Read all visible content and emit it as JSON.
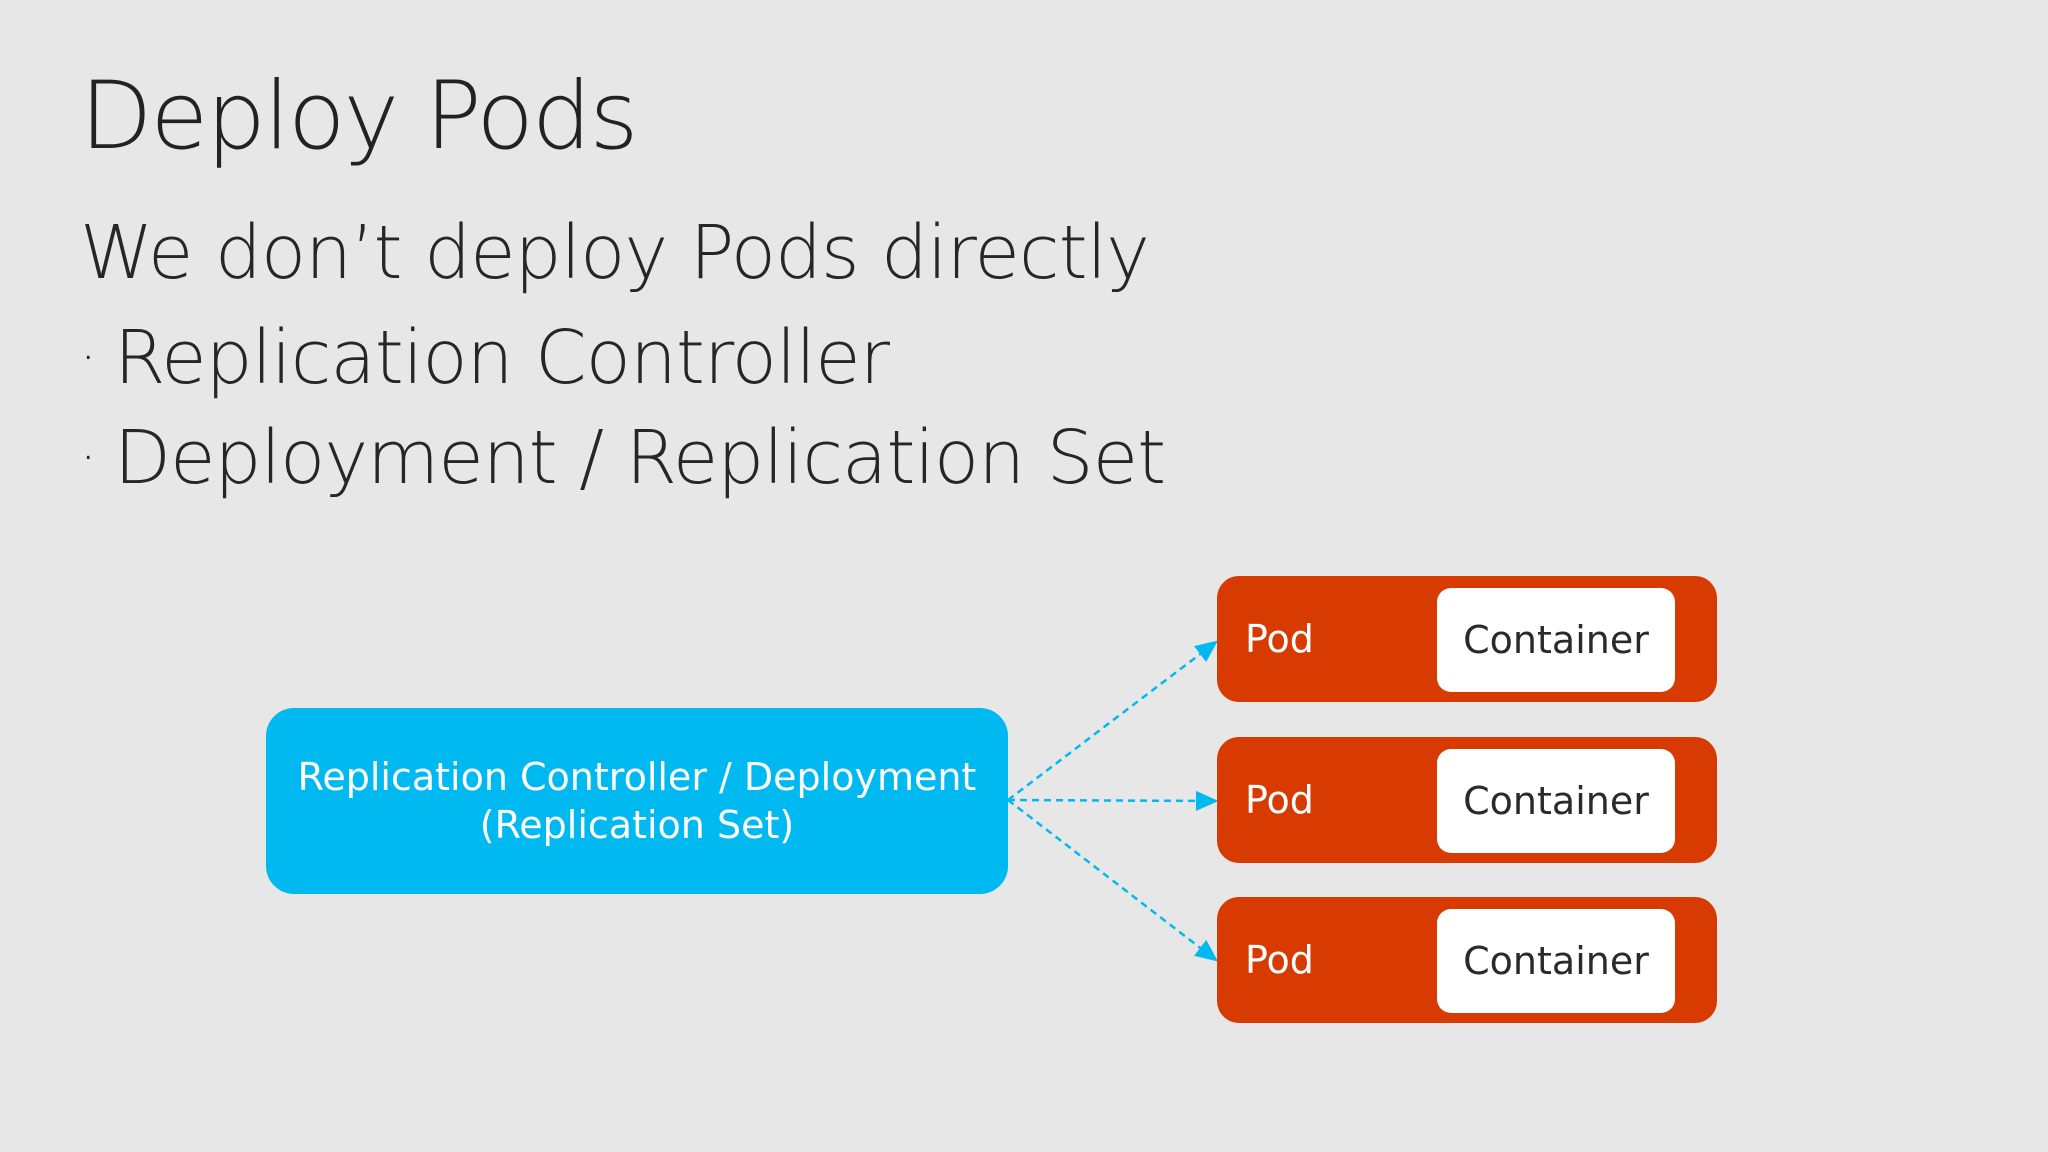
{
  "slide": {
    "title": "Deploy Pods",
    "subtitle": "We don’t deploy Pods directly",
    "bullets": [
      "Replication Controller",
      "Deployment / Replication Set"
    ],
    "bullet_marker": "·"
  },
  "diagram": {
    "controller": {
      "line1": "Replication Controller / Deployment",
      "line2": "(Replication Set)",
      "color": "#00b9f0"
    },
    "pods": [
      {
        "label": "Pod",
        "container": "Container"
      },
      {
        "label": "Pod",
        "container": "Container"
      },
      {
        "label": "Pod",
        "container": "Container"
      }
    ],
    "colors": {
      "pod": "#d83b01",
      "container": "#ffffff",
      "arrow": "#00b9f0",
      "background": "#e8e7e7"
    }
  }
}
